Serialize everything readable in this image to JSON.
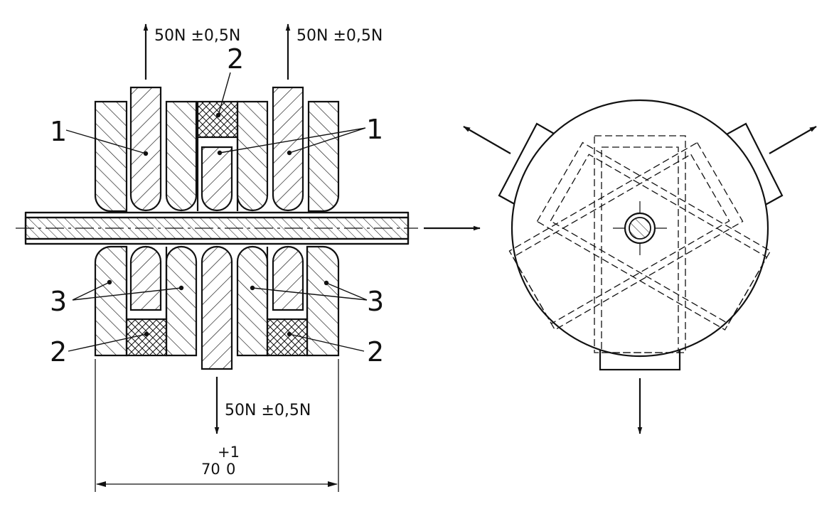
{
  "labels": {
    "part1": "1",
    "part2": "2",
    "part3": "3"
  },
  "forces": {
    "left_top": "50N ±0,5N",
    "right_top": "50N ±0,5N",
    "bottom": "50N ±0,5N"
  },
  "dimension": {
    "value": "70",
    "tol_upper": "+1",
    "tol_lower": "0"
  },
  "colors": {
    "line": "#111111",
    "background": "#ffffff"
  }
}
